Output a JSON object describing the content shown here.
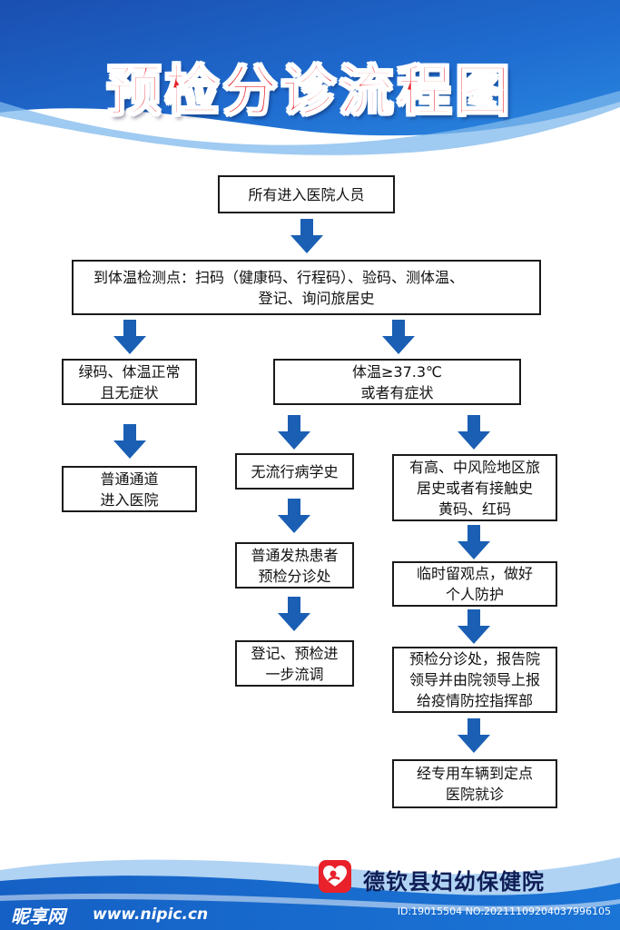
{
  "title": "预检分诊流程图",
  "colors": {
    "title_red": "#e8212b",
    "primary_blue": "#1556a8",
    "arrow_blue": "#1a5fb4",
    "dark_navy": "#0f1d55"
  },
  "flow": {
    "start": "所有进入医院人员",
    "checkpoint": {
      "line1": "到体温检测点：扫码（健康码、行程码）、验码、测体温、",
      "line2": "登记、询问旅居史"
    },
    "normal_branch": {
      "condition": {
        "line1": "绿码、体温正常",
        "line2": "且无症状"
      },
      "result": {
        "line1": "普通通道",
        "line2": "进入医院"
      }
    },
    "fever_branch": {
      "condition": {
        "line1": "体温≥37.3℃",
        "line2": "或者有症状"
      },
      "no_history": {
        "step1": "无流行病学史",
        "step2": {
          "line1": "普通发热患者",
          "line2": "预检分诊处"
        },
        "step3": {
          "line1": "登记、预检进",
          "line2": "一步流调"
        }
      },
      "risk_history": {
        "step1": {
          "line1": "有高、中风险地区旅",
          "line2": "居史或者有接触史",
          "line3": "黄码、红码"
        },
        "step2": {
          "line1": "临时留观点，做好",
          "line2": "个人防护"
        },
        "step3": {
          "line1": "预检分诊处，报告院",
          "line2": "领导并由院领导上报",
          "line3": "给疫情防控指挥部"
        },
        "step4": {
          "line1": "经专用车辆到定点",
          "line2": "医院就诊"
        }
      }
    }
  },
  "footer": {
    "hospital_name": "德钦县妇幼保健院",
    "logo_icon": "maternal-child-heart-icon"
  },
  "watermark": {
    "brand": "昵享网",
    "url": "www.nipic.cn",
    "id_text": "ID:19015504 NO:20211109204037996105"
  }
}
